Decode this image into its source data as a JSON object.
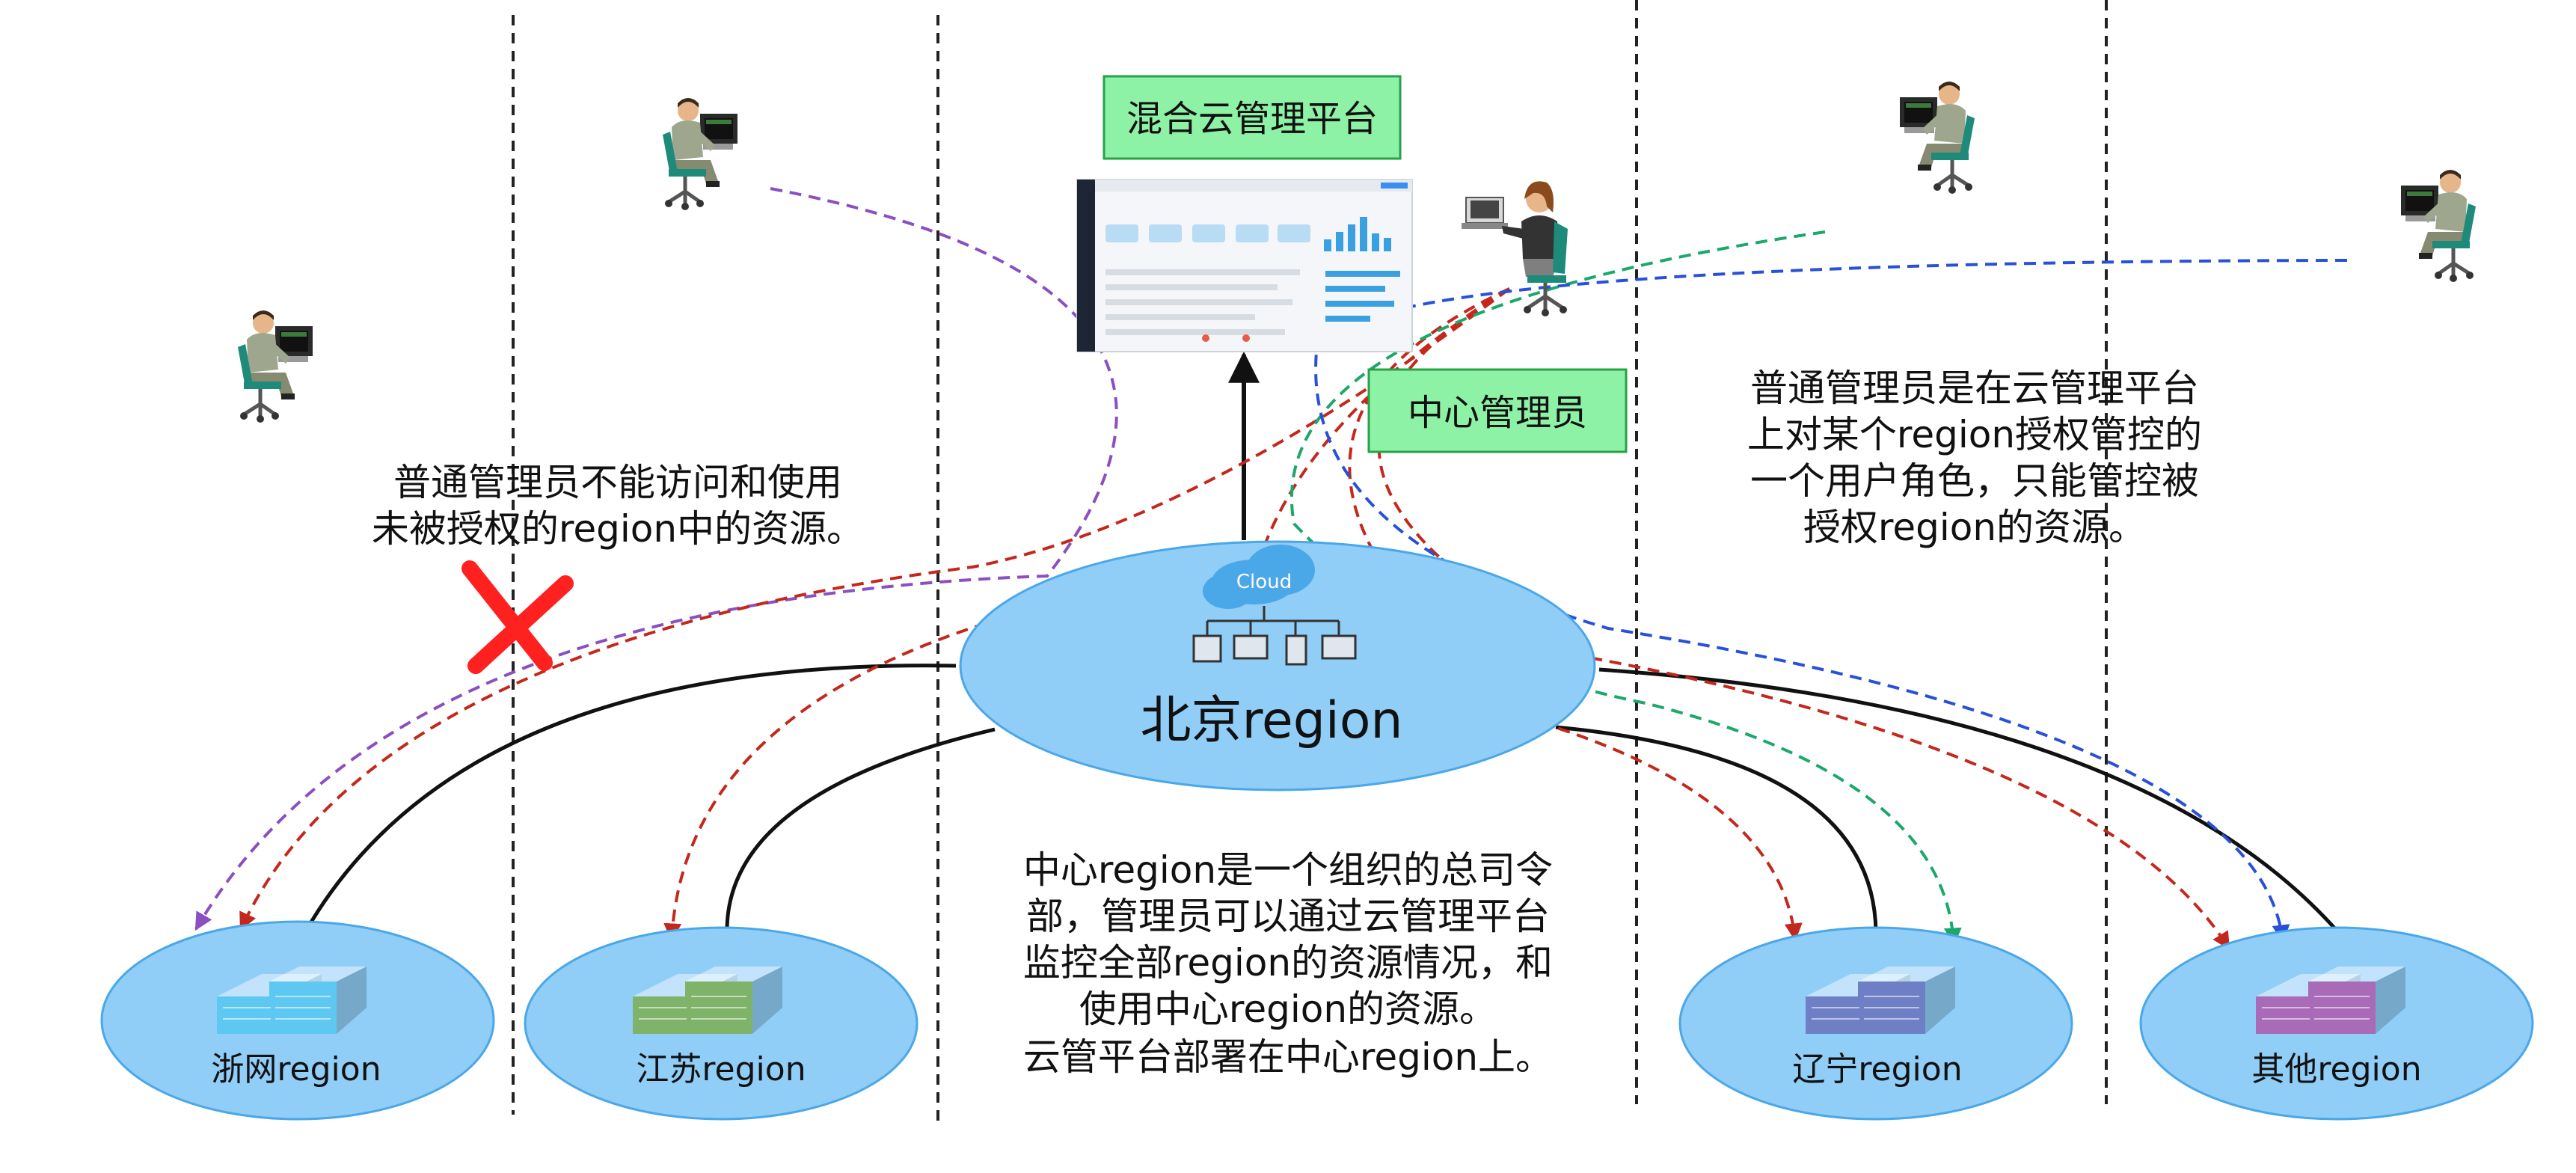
{
  "platform": {
    "title": "混合云管理平台"
  },
  "admin": {
    "label": "中心管理员"
  },
  "main_region": {
    "name": "北京region",
    "cloud_text": "Cloud"
  },
  "regions": [
    {
      "name": "浙网region",
      "color": "#5ec8f2"
    },
    {
      "name": "江苏region",
      "color": "#7fb36a"
    },
    {
      "name": "辽宁region",
      "color": "#6e7fc6"
    },
    {
      "name": "其他region",
      "color": "#a96ab8"
    }
  ],
  "notes": {
    "denied": [
      "普通管理员不能访问和使用",
      "未被授权的region中的资源。"
    ],
    "center": [
      "中心region是一个组织的总司令",
      "部，管理员可以通过云管理平台",
      "监控全部region的资源情况，和",
      "使用中心region的资源。",
      "云管平台部署在中心region上。"
    ],
    "normal": [
      "普通管理员是在云管理平台",
      "上对某个region授权管控的",
      "一个用户角色，只能管控被",
      "授权region的资源。"
    ]
  },
  "colors": {
    "box_fill": "#8ef2a6",
    "ellipse_fill": "#90cdf7",
    "purple": "#8a4fc0",
    "red": "#c4281c",
    "green": "#1ba86a",
    "blue": "#2850d8",
    "cross": "#ff2020"
  }
}
